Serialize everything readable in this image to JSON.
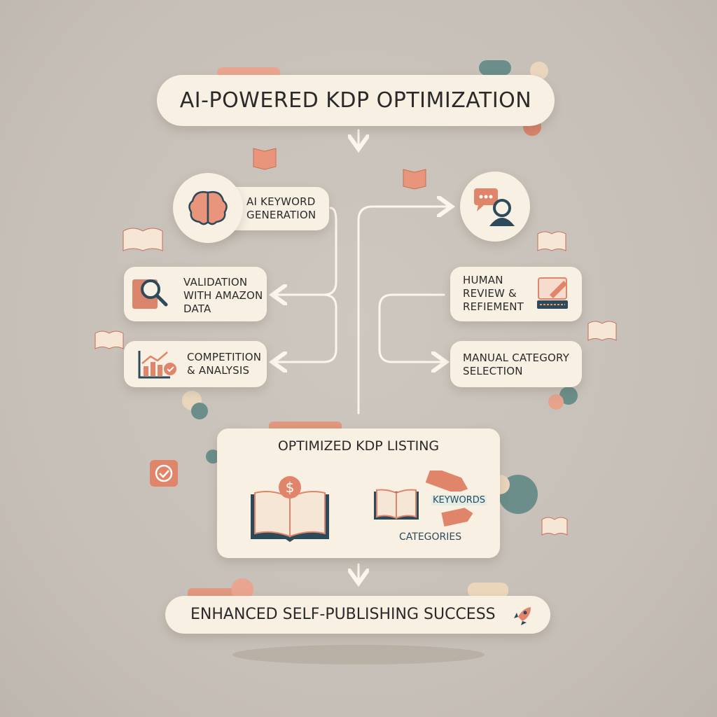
{
  "title": "AI-POWERED KDP OPTIMIZATION",
  "steps": {
    "keyword_generation": "AI KEYWORD GENERATION",
    "validation": "VALIDATION WITH AMAZON DATA",
    "competition": "COMPETITION & ANALYSIS",
    "human_review": "HUMAN REVIEW & REFIEMENT",
    "manual_category": "MANUAL CATEGORY SELECTION"
  },
  "listing": {
    "title": "OPTIMIZED KDP LISTING",
    "keywords_label": "KEYWORDS",
    "categories_label": "CATEGORIES"
  },
  "result": "ENHANCED SELF-PUBLISHING SUCCESS",
  "colors": {
    "background": "#c8c1b9",
    "card": "#f8f0e3",
    "accent_salmon": "#e0846a",
    "accent_teal": "#6b8e8a",
    "navy": "#2d4a5a",
    "connector": "#fbf5ec"
  }
}
